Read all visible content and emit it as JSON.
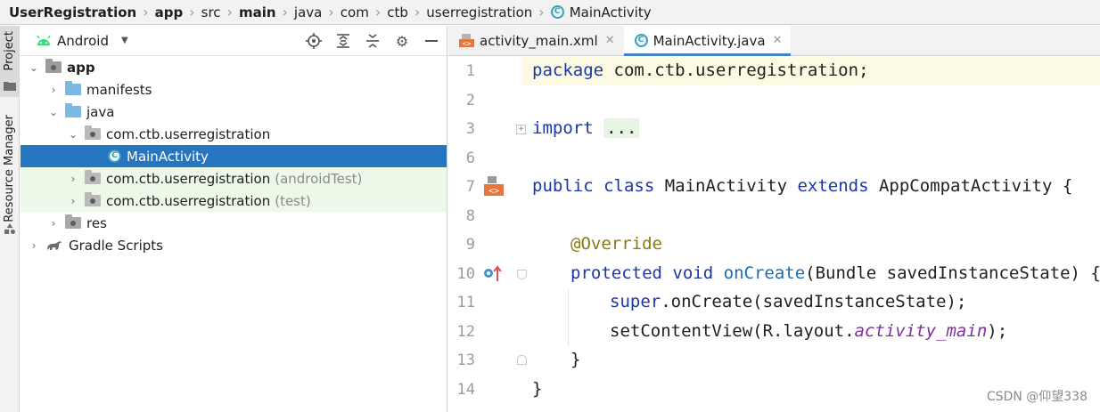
{
  "breadcrumb": {
    "items": [
      "UserRegistration",
      "app",
      "src",
      "main",
      "java",
      "com",
      "ctb",
      "userregistration"
    ],
    "current": "MainActivity",
    "bold_items": [
      "UserRegistration",
      "app",
      "main"
    ]
  },
  "tool_strip": {
    "project_label": "Project",
    "resource_label": "Resource Manager"
  },
  "project_panel": {
    "view_selector": "Android",
    "tree": {
      "app": "app",
      "manifests": "manifests",
      "java": "java",
      "package_main": "com.ctb.userregistration",
      "main_activity": "MainActivity",
      "package_android_test": "com.ctb.userregistration",
      "android_test_suffix": "(androidTest)",
      "package_test": "com.ctb.userregistration",
      "test_suffix": "(test)",
      "res": "res",
      "gradle": "Gradle Scripts"
    }
  },
  "editor_tabs": [
    {
      "label": "activity_main.xml",
      "active": false
    },
    {
      "label": "MainActivity.java",
      "active": true
    }
  ],
  "code": {
    "line_numbers": [
      "1",
      "2",
      "3",
      "6",
      "7",
      "8",
      "9",
      "10",
      "11",
      "12",
      "13",
      "14"
    ],
    "l1_kw": "package",
    "l1_rest": " com.ctb.userregistration;",
    "l3_kw": "import",
    "l3_fold": "...",
    "l7_kw1": "public",
    "l7_kw2": "class",
    "l7_name": " MainActivity ",
    "l7_kw3": "extends",
    "l7_rest": " AppCompatActivity {",
    "l9_ann": "@Override",
    "l10_kw1": "protected",
    "l10_kw2": "void",
    "l10_fn": "onCreate",
    "l10_rest": "(Bundle savedInstanceState) {",
    "l11_kw": "super",
    "l11_rest": ".onCreate(savedInstanceState);",
    "l12_a": "setContentView(R.layout.",
    "l12_it": "activity_main",
    "l12_b": ");",
    "l13": "}",
    "l14": "}"
  },
  "watermark": "CSDN @仰望338",
  "colors": {
    "selection": "#2675bf",
    "keyword": "#1a36a9",
    "annotation": "#887a14",
    "test_bg": "#edf8e8"
  }
}
